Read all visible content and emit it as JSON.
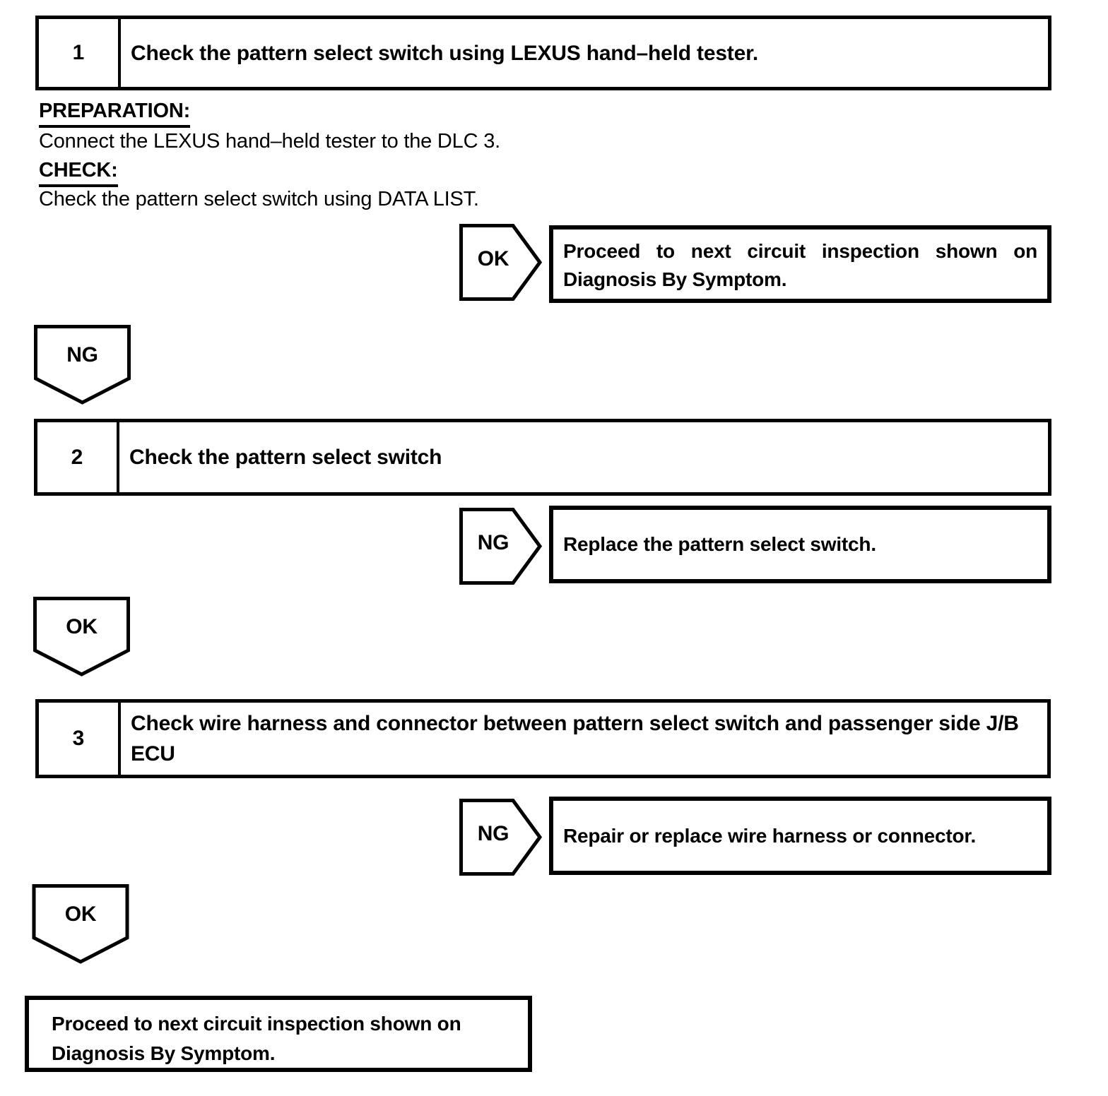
{
  "document": {
    "colors": {
      "ink": "#000000",
      "paper": "#ffffff"
    },
    "labels": {
      "ok": "OK",
      "ng": "NG"
    },
    "steps": [
      {
        "number": "1",
        "title": "Check the pattern select switch using LEXUS hand–held tester."
      },
      {
        "number": "2",
        "title": "Check the pattern select switch"
      },
      {
        "number": "3",
        "title": "Check wire harness and connector between pattern select switch and passenger side J/B ECU"
      }
    ],
    "step1": {
      "preparation_label": "PREPARATION:",
      "preparation_text": "Connect the LEXUS hand–held tester to the DLC 3.",
      "check_label": "CHECK:",
      "check_text": "Check the pattern select switch using DATA LIST."
    },
    "results": {
      "ok1": {
        "line1": "Proceed to next circuit inspection shown on",
        "line2": "Diagnosis By Symptom."
      },
      "ng2": {
        "text": "Replace the pattern select switch."
      },
      "ng3": {
        "text": "Repair or replace wire harness or connector."
      }
    },
    "final": {
      "line1": "Proceed to next circuit inspection shown on",
      "line2": "Diagnosis By Symptom."
    }
  }
}
